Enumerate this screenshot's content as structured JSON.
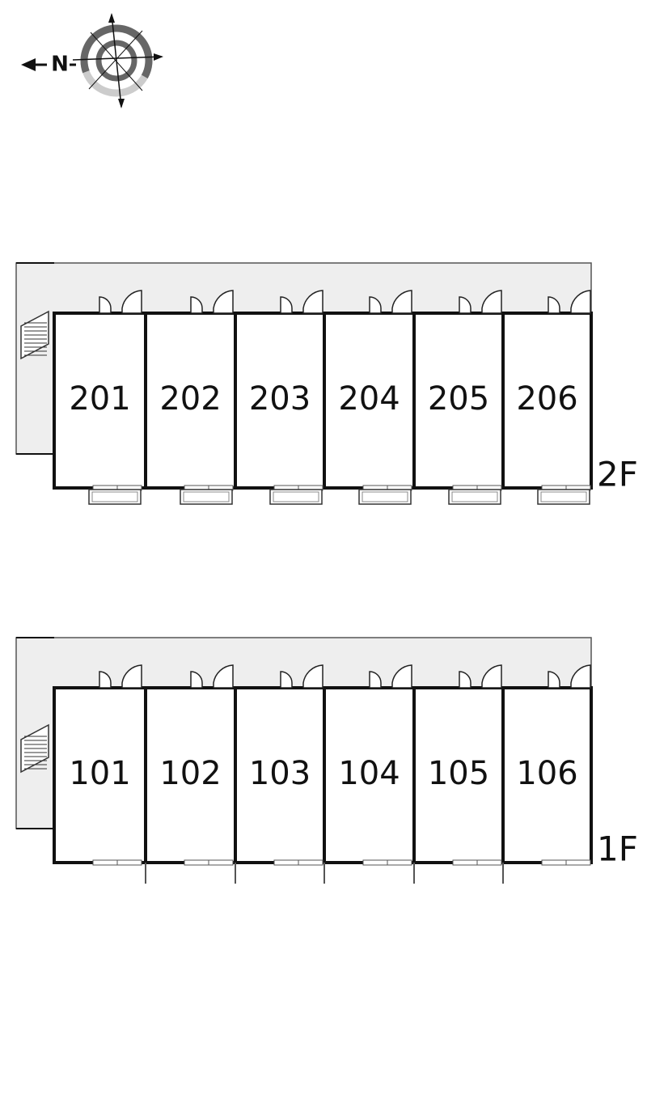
{
  "compass": {
    "north_label": "N",
    "icon": "compass-icon",
    "north_direction": "left"
  },
  "floors": [
    {
      "label": "2F",
      "units": [
        "201",
        "202",
        "203",
        "204",
        "205",
        "206"
      ],
      "has_balconies": true
    },
    {
      "label": "1F",
      "units": [
        "101",
        "102",
        "103",
        "104",
        "105",
        "106"
      ],
      "has_balconies": false
    }
  ],
  "colors": {
    "wall": "#111111",
    "corridor": "#eeeeee",
    "outline": "#555555",
    "compass_ring_dark": "#666666",
    "compass_ring_light": "#cccccc"
  }
}
